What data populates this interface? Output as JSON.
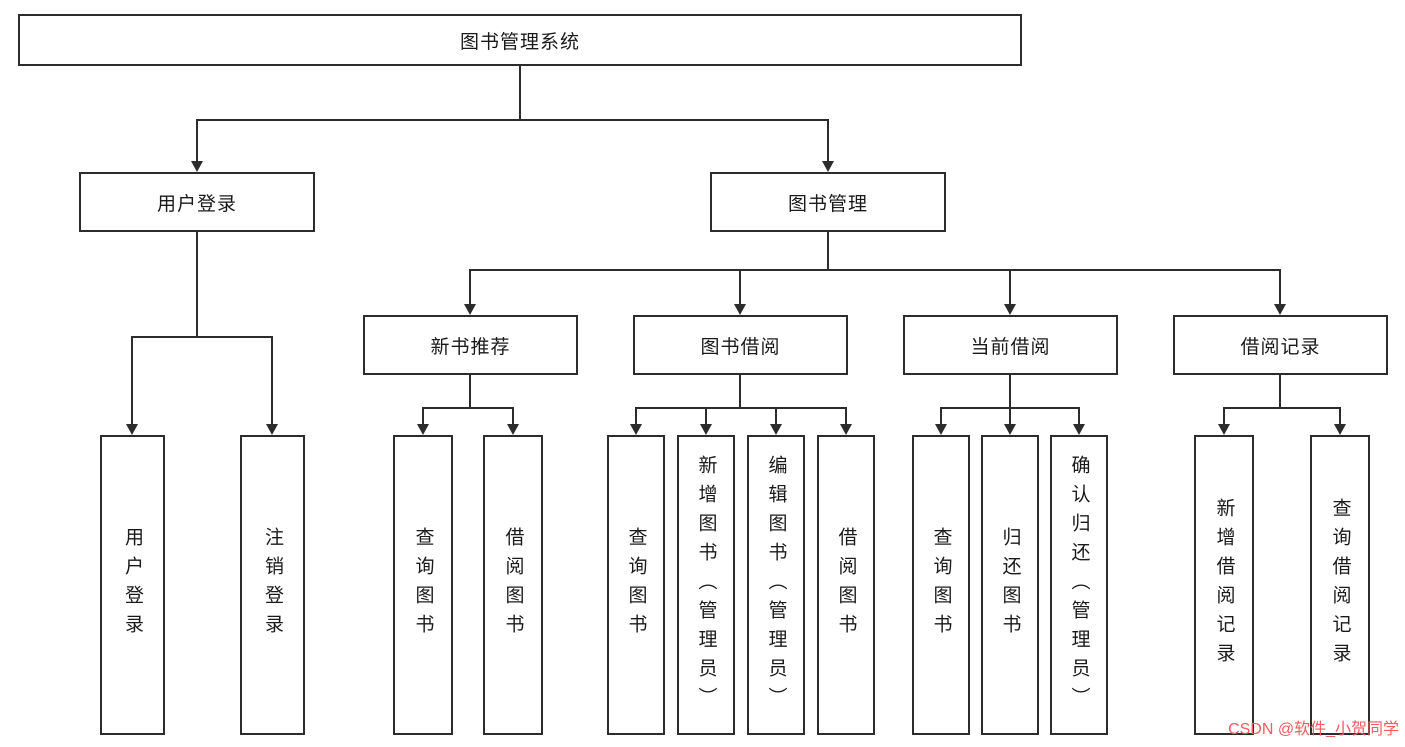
{
  "diagram": {
    "root": {
      "label": "图书管理系统"
    },
    "branches": [
      {
        "label": "用户登录",
        "leaves": [
          {
            "label": "用户登录"
          },
          {
            "label": "注销登录"
          }
        ]
      },
      {
        "label": "图书管理",
        "groups": [
          {
            "label": "新书推荐",
            "leaves": [
              {
                "label": "查询图书"
              },
              {
                "label": "借阅图书"
              }
            ]
          },
          {
            "label": "图书借阅",
            "leaves": [
              {
                "label": "查询图书"
              },
              {
                "label": "新增图书（管理员）"
              },
              {
                "label": "编辑图书（管理员）"
              },
              {
                "label": "借阅图书"
              }
            ]
          },
          {
            "label": "当前借阅",
            "leaves": [
              {
                "label": "查询图书"
              },
              {
                "label": "归还图书"
              },
              {
                "label": "确认归还（管理员）"
              }
            ]
          },
          {
            "label": "借阅记录",
            "leaves": [
              {
                "label": "新增借阅记录"
              },
              {
                "label": "查询借阅记录"
              }
            ]
          }
        ]
      }
    ]
  },
  "watermark": {
    "text": "CSDN @软件_小贺同学"
  },
  "colors": {
    "line": "#2c2c2c",
    "box_border": "#2c2c2c",
    "text": "#1a1a1a",
    "watermark": "#f25c5c",
    "background": "#ffffff"
  }
}
